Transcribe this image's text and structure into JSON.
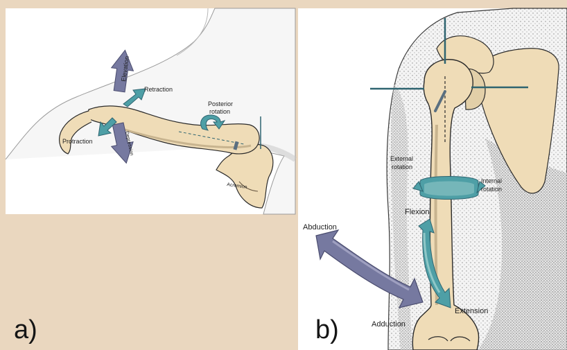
{
  "figure": {
    "panels": [
      {
        "letter": "a)",
        "labels": {
          "elevation": "Elevation",
          "depression": "Depression",
          "retraction": "Retraction",
          "protraction": "Protraction",
          "posterior_rotation_1": "Posterior",
          "posterior_rotation_2": "rotation",
          "acromion_text": "Acromion"
        }
      },
      {
        "letter": "b)",
        "labels": {
          "abduction": "Abduction",
          "adduction": "Adduction",
          "flexion": "Flexion",
          "extension": "Extension",
          "external_rotation_1": "External",
          "external_rotation_2": "rotation",
          "internal_rotation_1": "Internal",
          "internal_rotation_2": "rotation"
        }
      }
    ],
    "colors": {
      "frame": "#ead7bf",
      "bone_fill": "#efdcb7",
      "bone_shadow": "#c8b48f",
      "teal_arrow": "#4e9fa6",
      "teal_light": "#8fc7c7",
      "slate_arrow": "#7679a0",
      "slate_light": "#9fa0c0",
      "axis_line": "#2e6470",
      "skin_fill": "#f7f7f7",
      "outline": "#2a2a2a"
    }
  }
}
